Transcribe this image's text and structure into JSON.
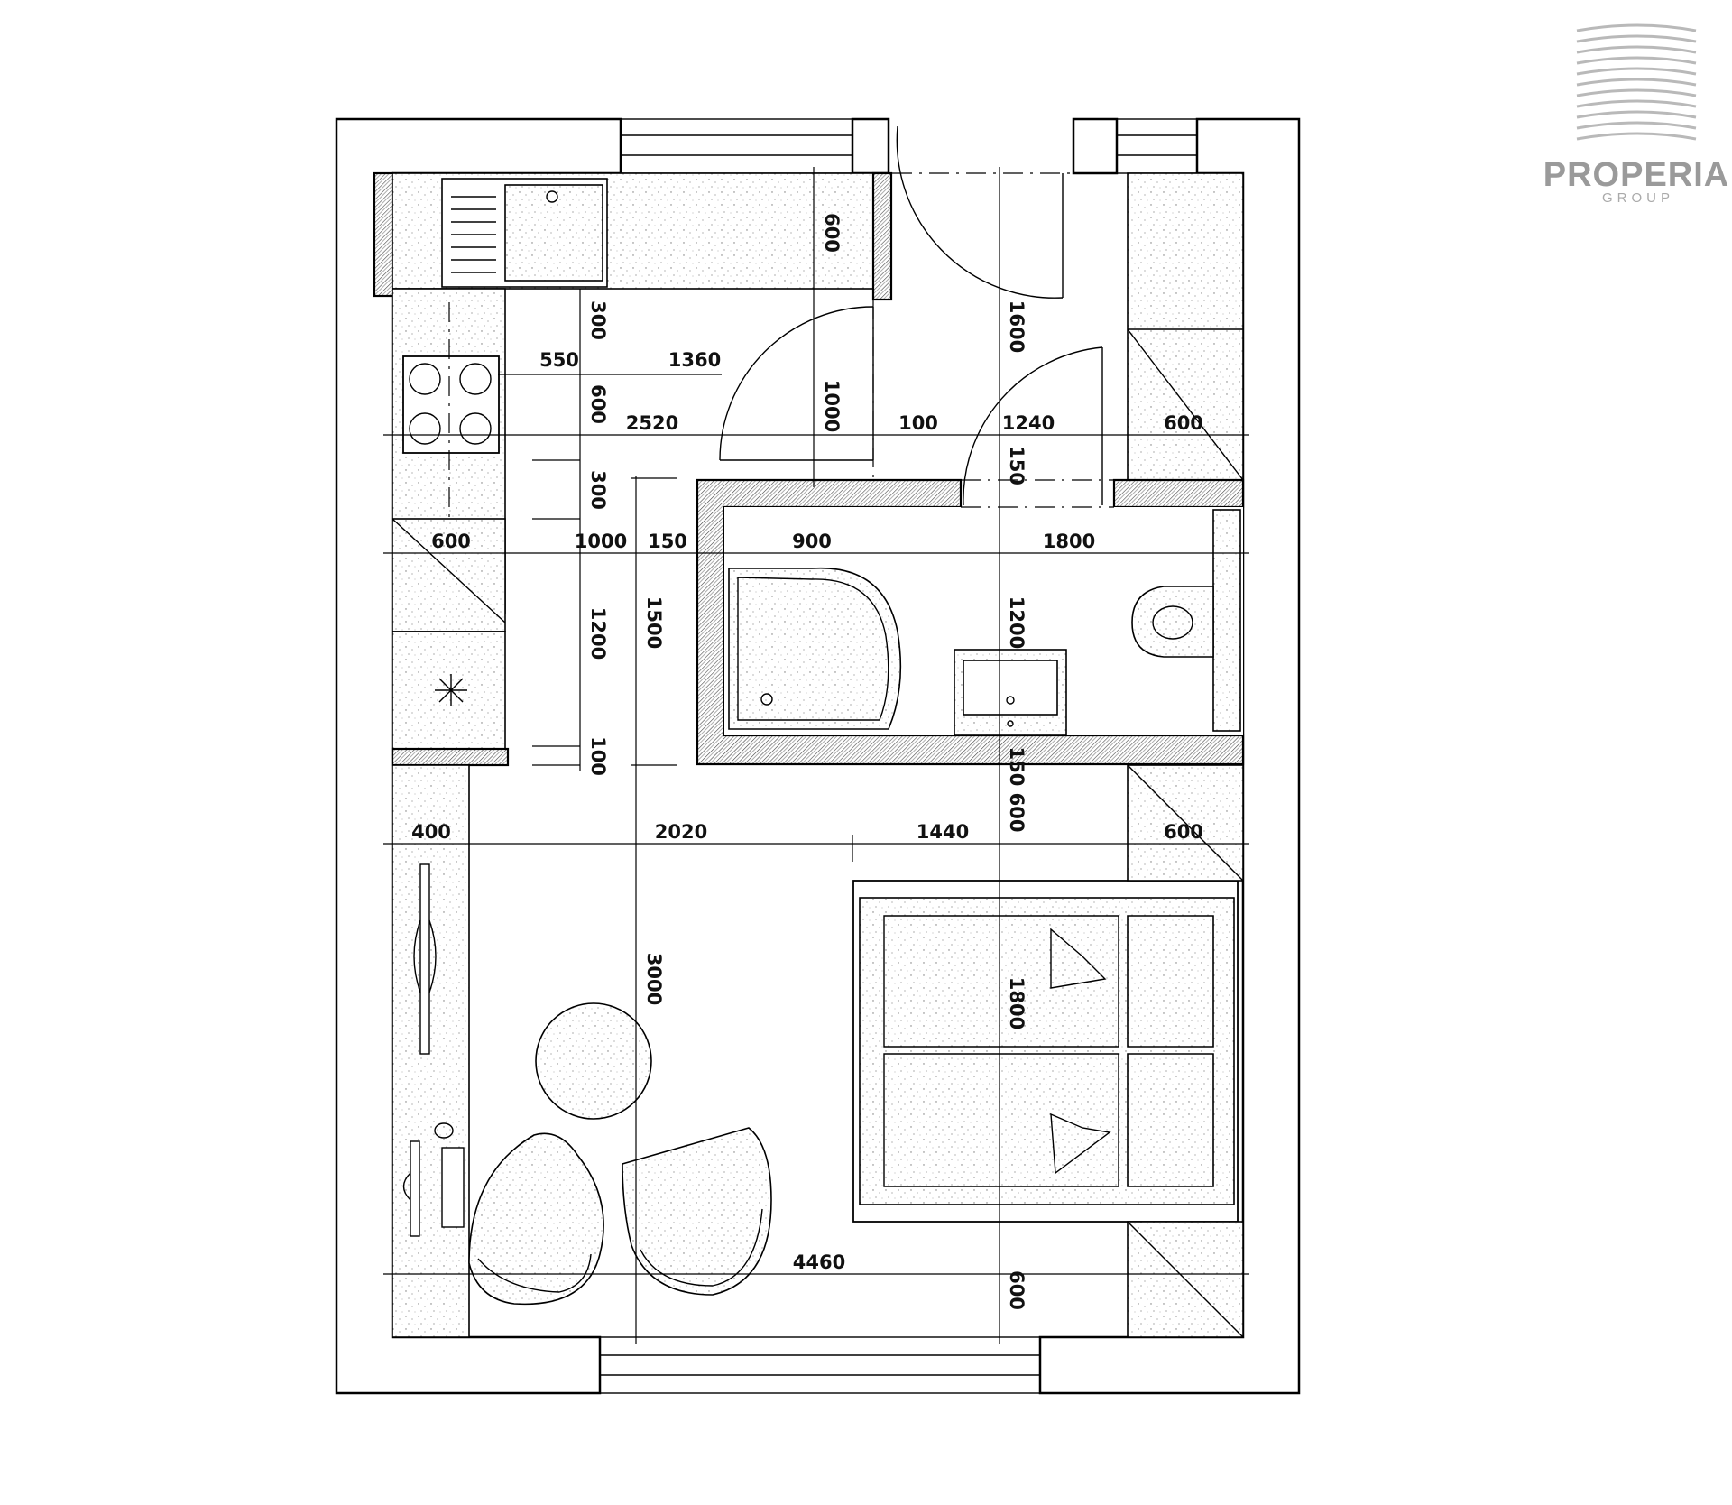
{
  "logo": {
    "brand": "PROPERIA",
    "sub": "GROUP"
  },
  "dimensions": {
    "kitchen_depth_top": "600",
    "gap_300_a": "300",
    "kitchen_550": "550",
    "kitchen_1360": "1360",
    "gap_600_mid": "600",
    "hall_1000": "1000",
    "hall_1600": "1600",
    "row_2520": "2520",
    "row_100": "100",
    "row_1240": "1240",
    "row_600_right": "600",
    "bath_150_top": "150",
    "gap_300_b": "300",
    "row2_600": "600",
    "row2_1000": "1000",
    "row2_150": "150",
    "row2_900": "900",
    "row2_1800": "1800",
    "hall_1200": "1200",
    "hall_1500": "1500",
    "bath_1200": "1200",
    "gap_100": "100",
    "wall_150_600": "150 600",
    "row3_400": "400",
    "row3_2020": "2020",
    "row3_1440": "1440",
    "row3_600_right": "600",
    "room_3000": "3000",
    "bed_1800": "1800",
    "row4_4460": "4460",
    "bottom_600": "600"
  }
}
